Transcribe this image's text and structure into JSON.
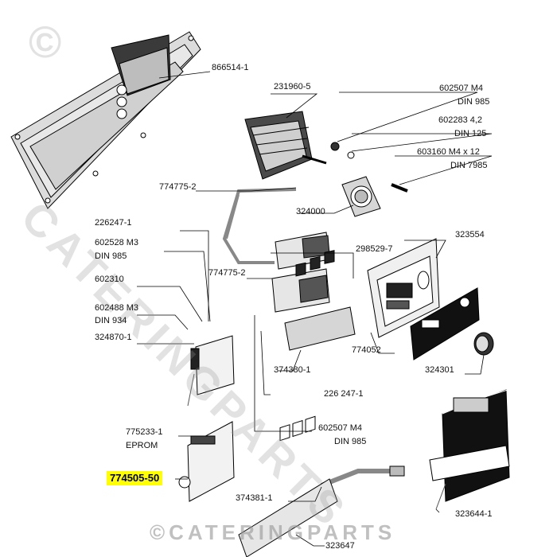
{
  "labels": {
    "p866514": "866514-1",
    "p231960": "231960-5",
    "p602507a_num": "602507  M4",
    "p602507a_din": "DIN 985",
    "p602283_num": "602283  4,2",
    "p602283_din": "DIN 125",
    "p603160_num": "603160  M4 x 12",
    "p603160_din": "DIN 7985",
    "p774775a": "774775-2",
    "p324000": "324000",
    "p226247a": "226247-1",
    "p602528_num": "602528 M3",
    "p602528_din": "DIN 985",
    "p298529": "298529-7",
    "p323554": "323554",
    "p774775b": "774775-2",
    "p602310": "602310",
    "p602488_num": "602488 M3",
    "p602488_din": "DIN 934",
    "p324870": "324870-1",
    "p774052": "774052",
    "p374380": "374380-1",
    "p324301": "324301",
    "p226247b": "226 247-1",
    "p602507b_num": "602507 M4",
    "p602507b_din": "DIN 985",
    "p775233": "775233-1",
    "p775233_sub": "EPROM",
    "p774505": "774505-50",
    "p374381": "374381-1",
    "p323644": "323644-1",
    "p323647": "323647"
  },
  "watermark": "CATERINGPARTS",
  "copyright_symbol": "©",
  "copyright_text": "©CATERINGPARTS",
  "colors": {
    "highlight": "#ffff00",
    "line": "#000000",
    "watermark": "#969696"
  }
}
